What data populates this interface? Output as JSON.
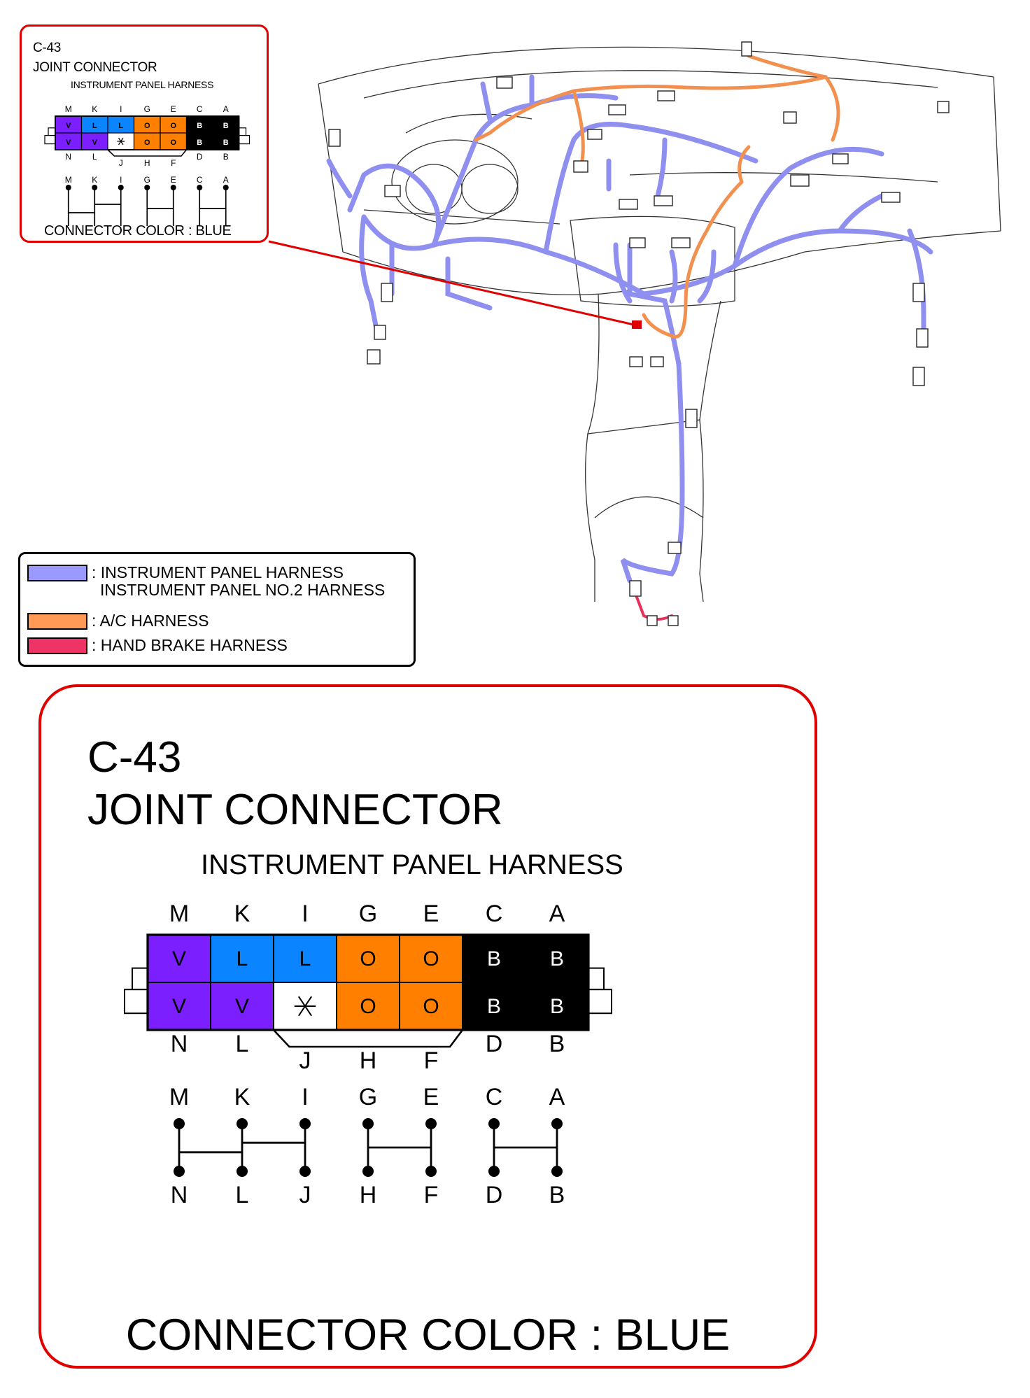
{
  "connector": {
    "code": "C-43",
    "name": "JOINT CONNECTOR",
    "harness": "INSTRUMENT PANEL HARNESS",
    "color_label": "CONNECTOR COLOR : BLUE",
    "top_pins": [
      "M",
      "K",
      "I",
      "G",
      "E",
      "C",
      "A"
    ],
    "bottom_pins_row1": [
      "N",
      "L",
      "",
      "",
      "",
      "D",
      "B"
    ],
    "bottom_pins_row2": [
      "",
      "",
      "J",
      "H",
      "F",
      "",
      ""
    ],
    "bottom_pins_small": [
      "N",
      "L",
      "J",
      "H",
      "F",
      "D",
      "B"
    ],
    "cells_top": [
      {
        "text": "V",
        "color": "#7b1fff",
        "fg": "#000000"
      },
      {
        "text": "L",
        "color": "#0a84ff",
        "fg": "#000000"
      },
      {
        "text": "L",
        "color": "#0a84ff",
        "fg": "#000000"
      },
      {
        "text": "O",
        "color": "#ff8000",
        "fg": "#000000"
      },
      {
        "text": "O",
        "color": "#ff8000",
        "fg": "#000000"
      },
      {
        "text": "B",
        "color": "#000000",
        "fg": "#ffffff"
      },
      {
        "text": "B",
        "color": "#000000",
        "fg": "#ffffff"
      }
    ],
    "cells_bottom": [
      {
        "text": "V",
        "color": "#7b1fff",
        "fg": "#000000"
      },
      {
        "text": "V",
        "color": "#7b1fff",
        "fg": "#000000"
      },
      {
        "text": "*",
        "color": "#ffffff",
        "fg": "#000000"
      },
      {
        "text": "O",
        "color": "#ff8000",
        "fg": "#000000"
      },
      {
        "text": "O",
        "color": "#ff8000",
        "fg": "#000000"
      },
      {
        "text": "B",
        "color": "#000000",
        "fg": "#ffffff"
      },
      {
        "text": "B",
        "color": "#000000",
        "fg": "#ffffff"
      }
    ],
    "schematic_top": [
      "M",
      "K",
      "I",
      "G",
      "E",
      "C",
      "A"
    ],
    "schematic_bottom": [
      "N",
      "L",
      "J",
      "H",
      "F",
      "D",
      "B"
    ]
  },
  "legend": {
    "items": [
      {
        "label": ": INSTRUMENT PANEL HARNESS",
        "label2": "INSTRUMENT PANEL NO.2 HARNESS",
        "color": "#9999ff"
      },
      {
        "label": ": A/C HARNESS",
        "color": "#ff9955"
      },
      {
        "label": ": HAND BRAKE HARNESS",
        "color": "#ee3366"
      }
    ]
  },
  "colors": {
    "callout_border": "#e00000",
    "harness_ip": "#8f8ff0",
    "harness_ac": "#f29050",
    "harness_hb": "#e8305a"
  }
}
